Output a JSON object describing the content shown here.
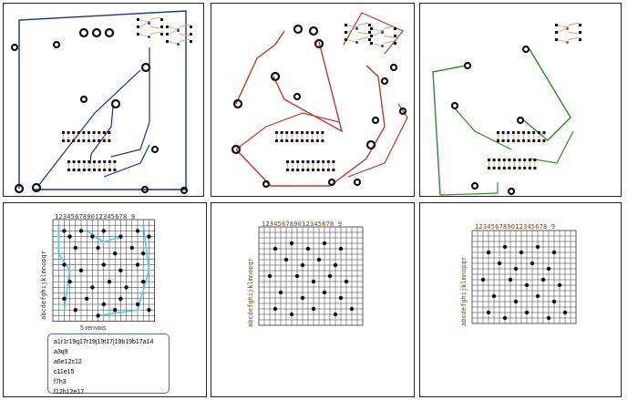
{
  "colors": {
    "route_panel1": "#1a2f9a",
    "route_panel2": "#c0392b",
    "route_panel3": "#2e8b2e",
    "trace_highlight": "#44d3e0",
    "pad": "#111111",
    "pin_square": "#1a2f9a",
    "pin_wire": "#d4a373",
    "grid_line": "#333333"
  },
  "grid": {
    "columns_label": "123456789012345678 9",
    "rows_label": "abcdefghijklmnopqr",
    "caption": "5 renvois"
  },
  "notes": [
    "a1r1r19q17r19j19t17j19b19b17a14",
    "a3q9",
    "a6e12c12",
    "c11e15",
    "f7h3",
    "f12h12e17"
  ]
}
